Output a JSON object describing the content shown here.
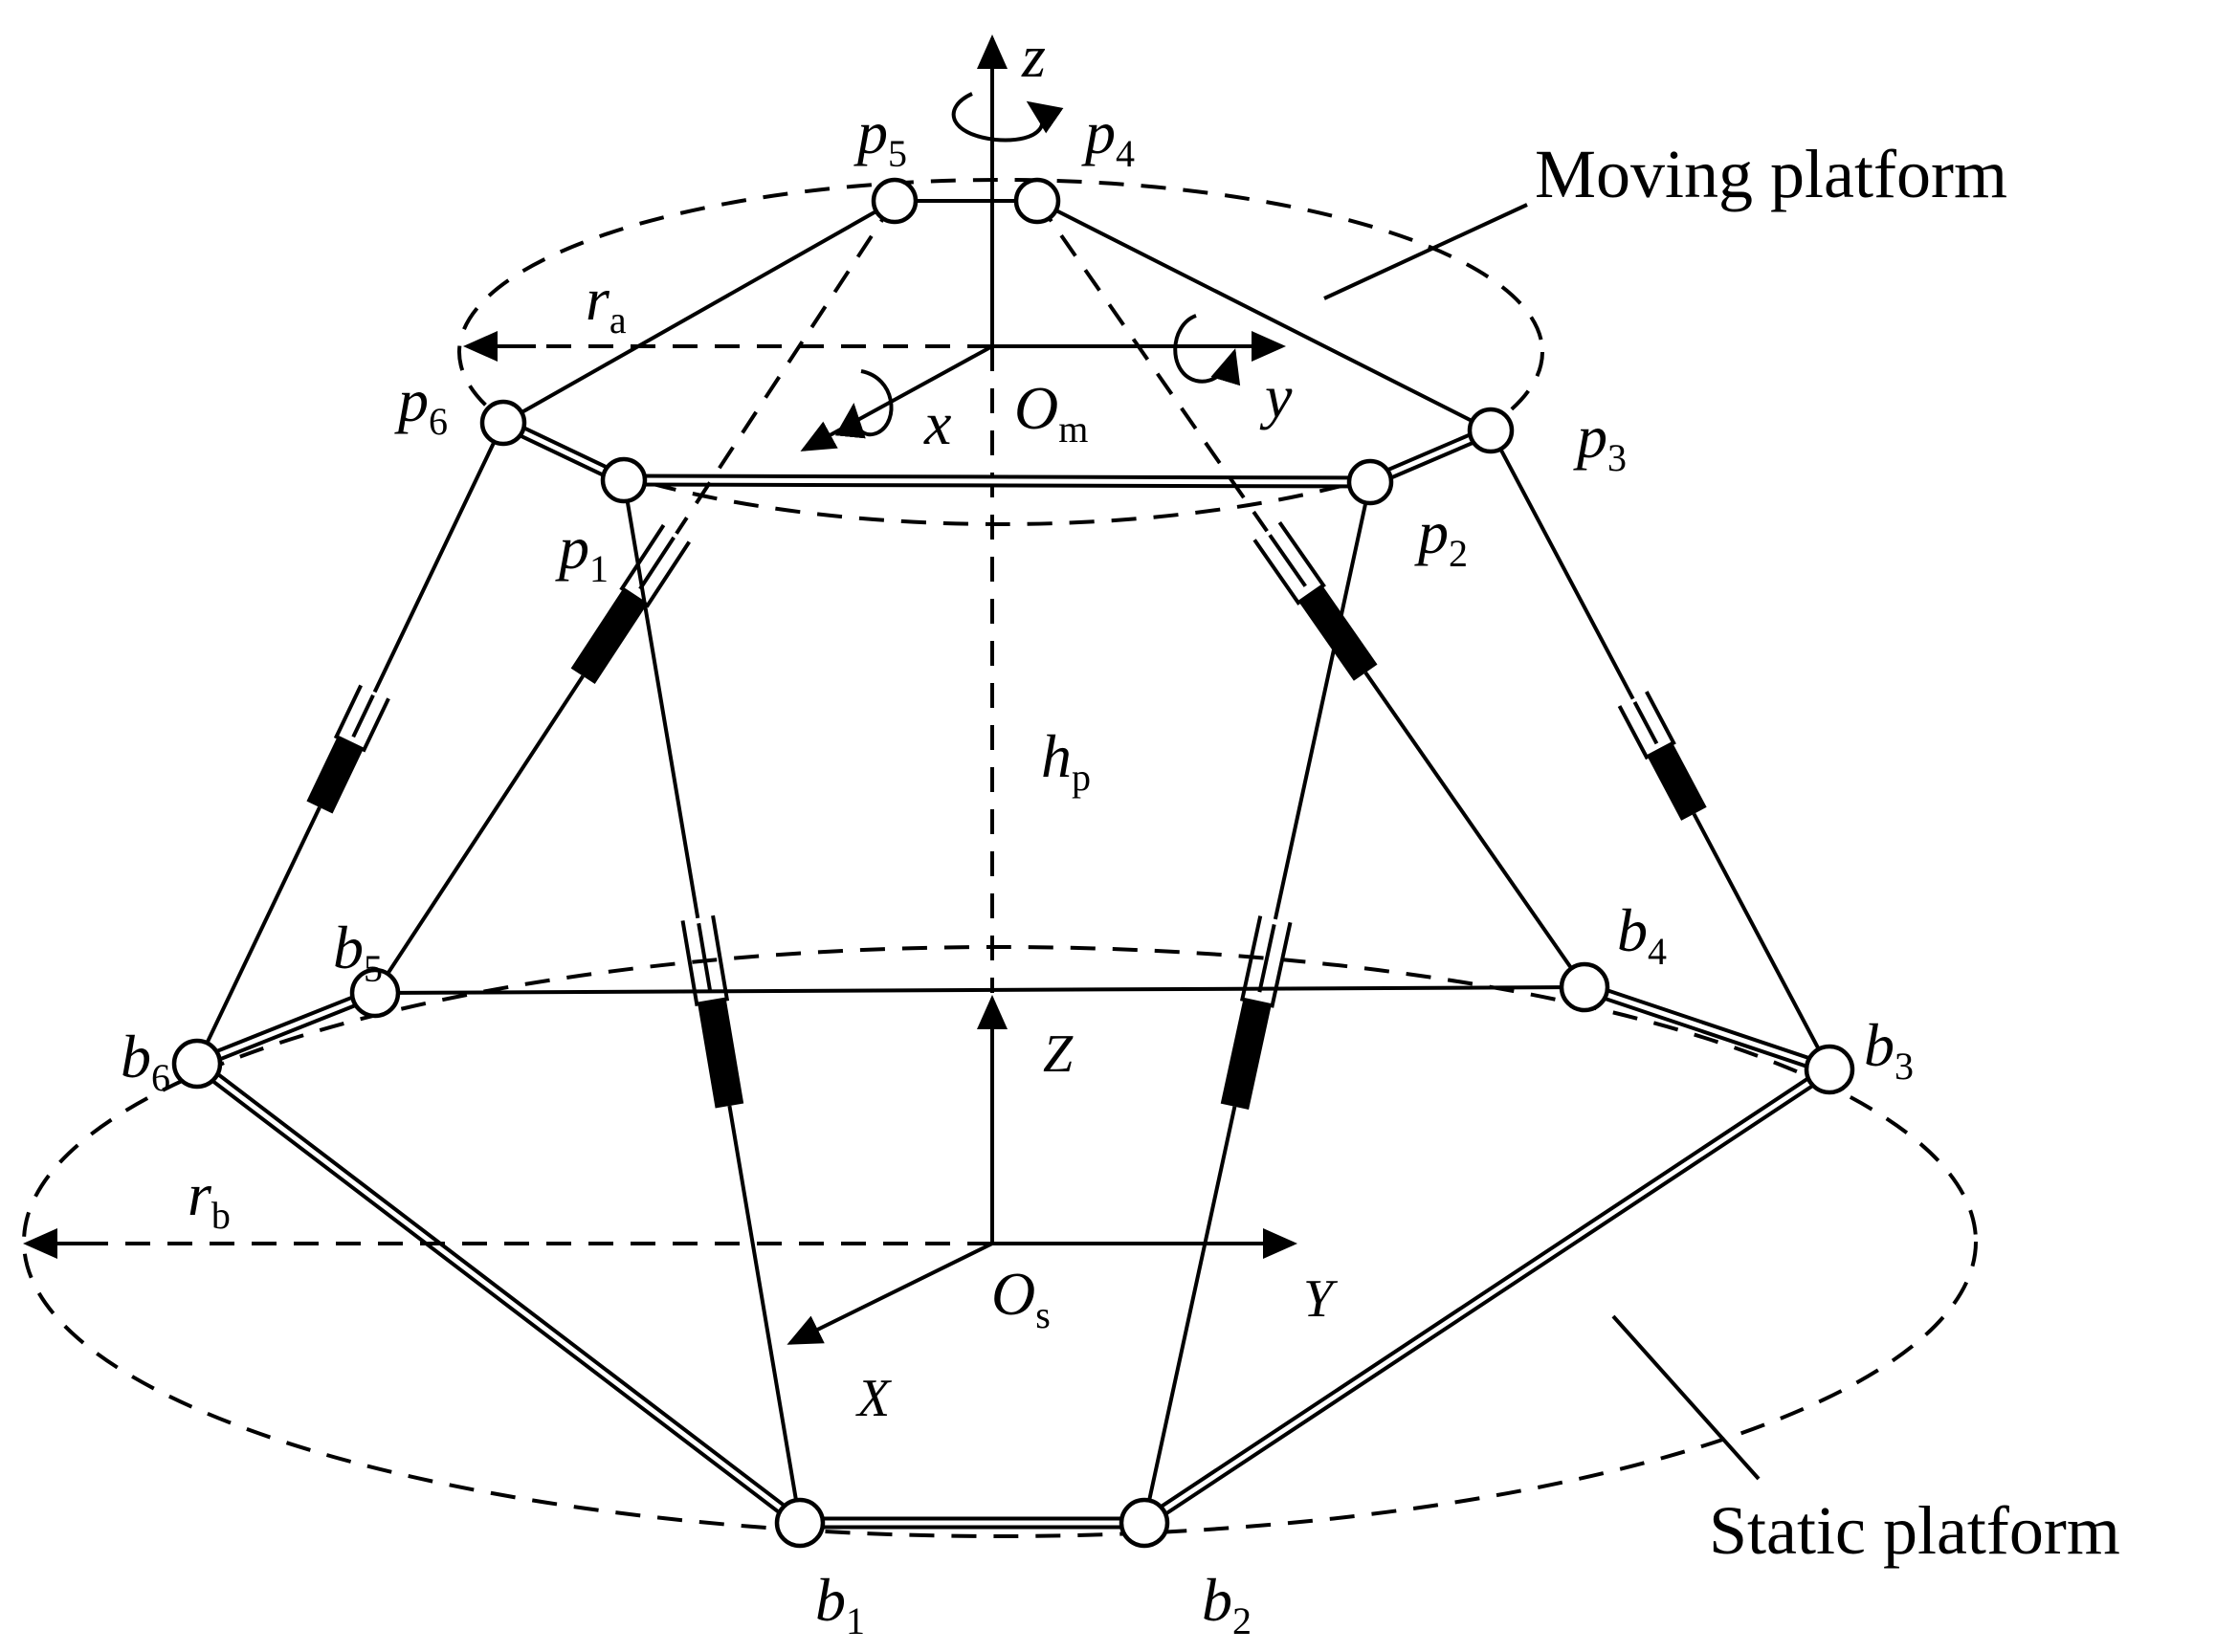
{
  "figure": {
    "labels": {
      "top_axis_z": "z",
      "top_axis_x": "x",
      "top_axis_y": "y",
      "top_origin": "O",
      "top_origin_sub": "m",
      "base_axis_z": "Z",
      "base_axis_x": "X",
      "base_axis_y": "Y",
      "base_origin": "O",
      "base_origin_sub": "s",
      "radius_top": "r",
      "radius_top_sub": "a",
      "radius_base": "r",
      "radius_base_sub": "b",
      "height": "h",
      "height_sub": "p"
    },
    "captions": {
      "moving": "Moving platform",
      "static": "Static platform"
    },
    "joints_top": [
      {
        "base": "p",
        "sub": "1"
      },
      {
        "base": "p",
        "sub": "2"
      },
      {
        "base": "p",
        "sub": "3"
      },
      {
        "base": "p",
        "sub": "4"
      },
      {
        "base": "p",
        "sub": "5"
      },
      {
        "base": "p",
        "sub": "6"
      }
    ],
    "joints_base": [
      {
        "base": "b",
        "sub": "1"
      },
      {
        "base": "b",
        "sub": "2"
      },
      {
        "base": "b",
        "sub": "3"
      },
      {
        "base": "b",
        "sub": "4"
      },
      {
        "base": "b",
        "sub": "5"
      },
      {
        "base": "b",
        "sub": "6"
      }
    ]
  }
}
